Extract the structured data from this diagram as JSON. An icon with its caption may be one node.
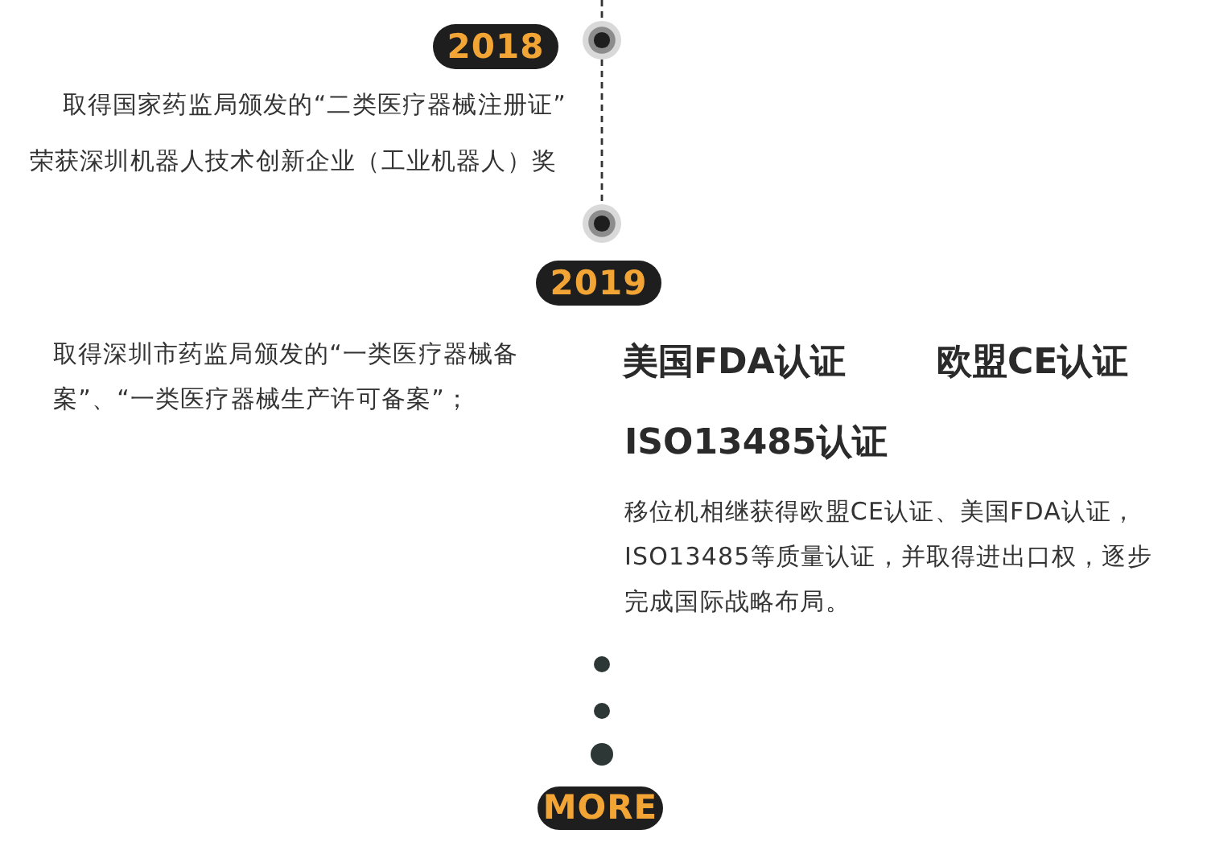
{
  "diagram": {
    "nodes": [
      {
        "text": [
          "2018"
        ]
      },
      {
        "text": [],
        "shape": "circle"
      },
      {
        "text": [],
        "shape": "circle"
      },
      {
        "text": [
          "2019"
        ]
      },
      {
        "text": [
          "MORE"
        ]
      }
    ],
    "edges": [
      {
        "from": null,
        "to": 1,
        "arrow": "none",
        "style": "dashed"
      },
      {
        "from": 1,
        "to": 2,
        "arrow": "none",
        "style": "dashed"
      }
    ],
    "labels": [
      "取得国家药监局颁发的“二类医疗器械注册证”",
      "荣获深圳机器人技术创新企业（工业机器人）奖",
      "取得深圳市药监局颁发的“一类医疗器械备案”、“一类医疗器械生产许可备案”；",
      "美国FDA认证",
      "欧盟CE认证",
      "ISO13485认证",
      "移位机相继获得欧盟CE认证、美国FDA认证，ISO13485等质量认证，并取得进出口权，逐步完成国际战略布局。"
    ]
  }
}
